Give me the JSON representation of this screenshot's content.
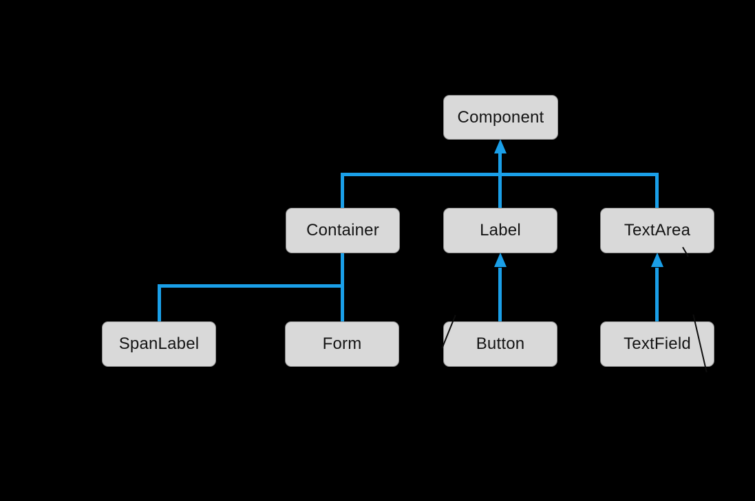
{
  "diagram": {
    "colors": {
      "background": "#000000",
      "edge": "#1a9fe8",
      "node_fill": "#d9d9d9",
      "node_border": "#8f8f8f",
      "node_text": "#141414"
    },
    "nodes": [
      {
        "id": "component",
        "label": "Component",
        "row": 0
      },
      {
        "id": "container",
        "label": "Container",
        "row": 1
      },
      {
        "id": "label",
        "label": "Label",
        "row": 1
      },
      {
        "id": "textarea",
        "label": "TextArea",
        "row": 1
      },
      {
        "id": "spanlabel",
        "label": "SpanLabel",
        "row": 2
      },
      {
        "id": "form",
        "label": "Form",
        "row": 2
      },
      {
        "id": "button",
        "label": "Button",
        "row": 2
      },
      {
        "id": "textfield",
        "label": "TextField",
        "row": 2
      }
    ],
    "edges": [
      {
        "from": "Container",
        "to": "Component",
        "arrowhead": true
      },
      {
        "from": "Label",
        "to": "Component",
        "arrowhead": true
      },
      {
        "from": "TextArea",
        "to": "Component",
        "arrowhead": true
      },
      {
        "from": "SpanLabel",
        "to": "Container",
        "arrowhead": false
      },
      {
        "from": "Form",
        "to": "Container",
        "arrowhead": false
      },
      {
        "from": "Button",
        "to": "Label",
        "arrowhead": true
      },
      {
        "from": "TextField",
        "to": "TextArea",
        "arrowhead": true
      }
    ],
    "stray_marks": [
      {
        "id": "mark-button",
        "description": "diagonal leader-line remnant crossing Button top-left corner"
      },
      {
        "id": "mark-textfield",
        "description": "diagonal leader-line remnant crossing TextField right side"
      },
      {
        "id": "mark-textarea-tick",
        "description": "small tick remnant at TextArea bottom-right edge"
      }
    ]
  }
}
